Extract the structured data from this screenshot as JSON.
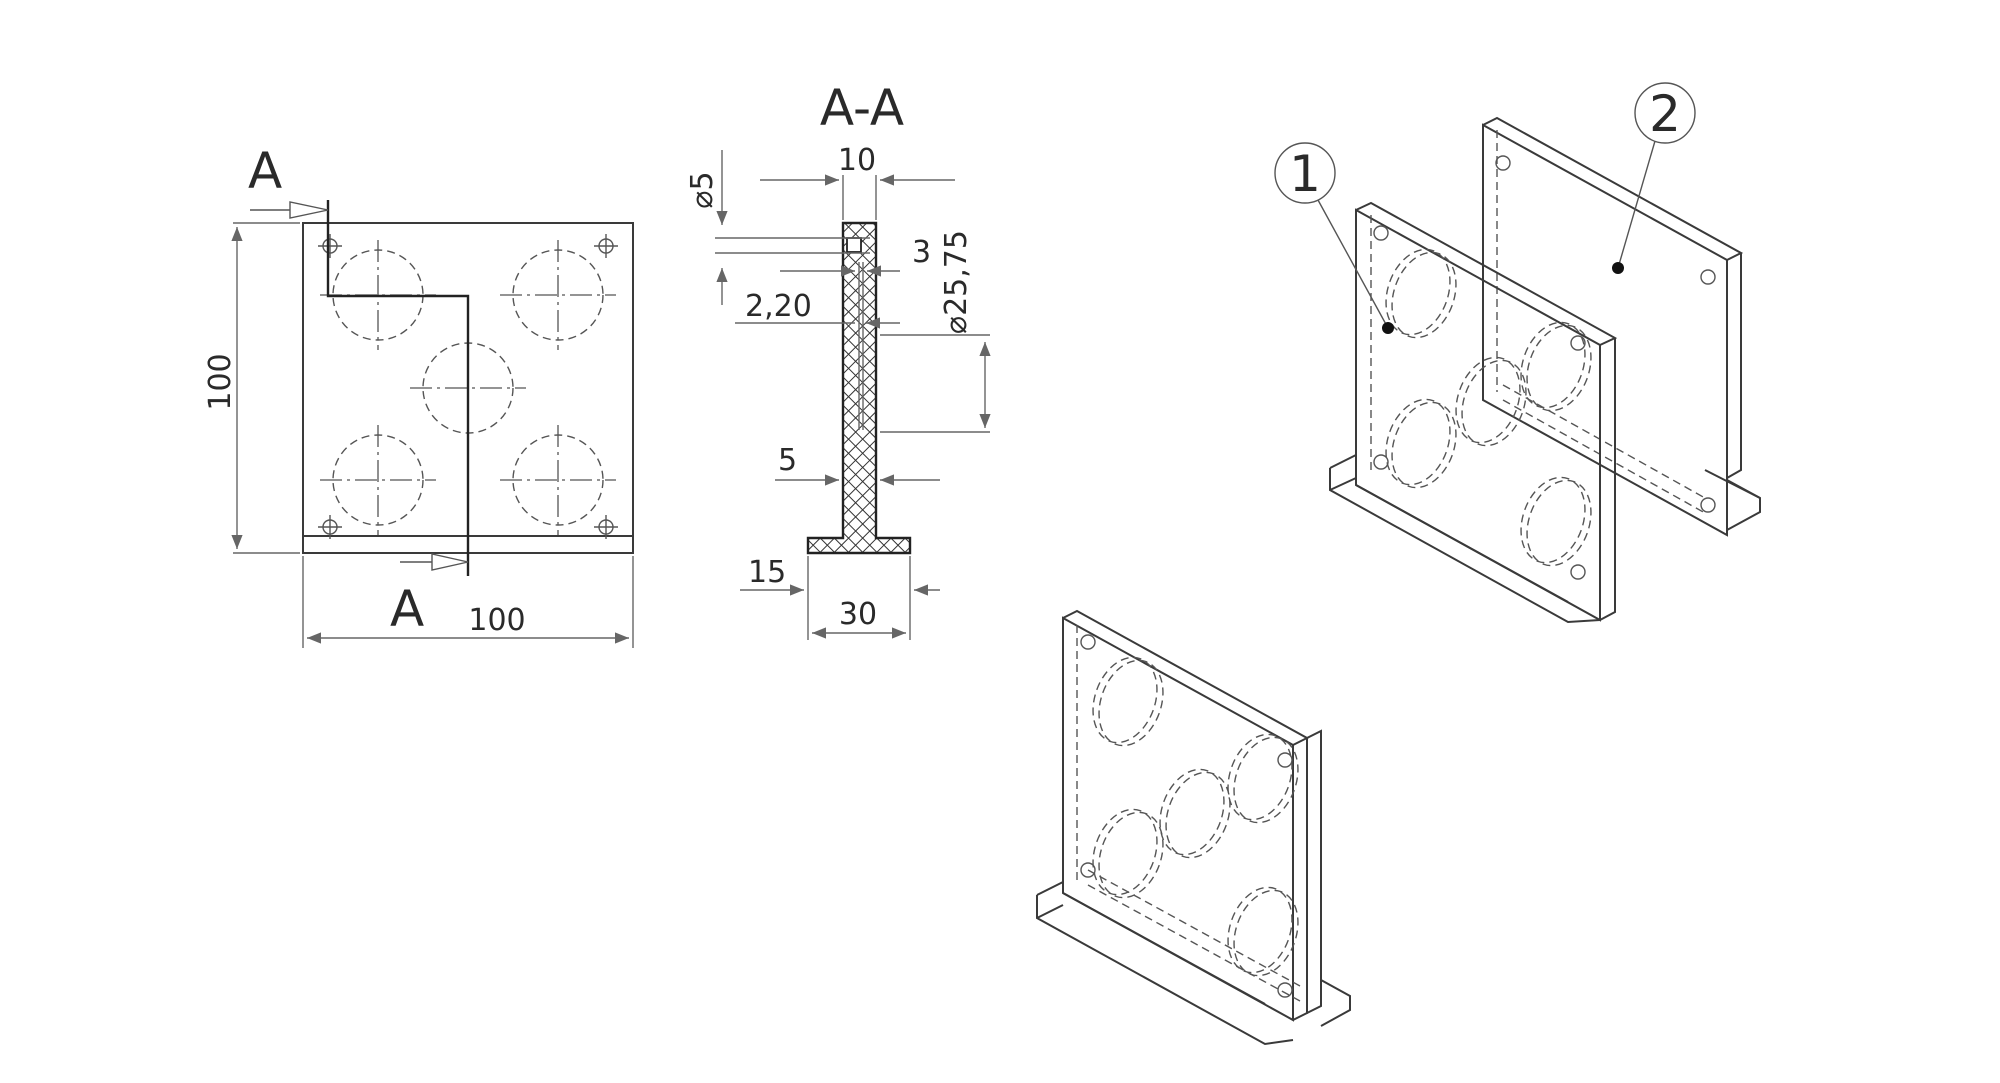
{
  "section_title": "A-A",
  "section_mark": "A",
  "dimensions": {
    "plate_height": "100",
    "plate_width": "100",
    "hole_dia": "5",
    "top_thickness": "10",
    "slot": "3",
    "offset": "2,20",
    "bore_dia": "25,75",
    "web": "5",
    "flange_half": "15",
    "flange": "30"
  },
  "callouts": {
    "part1": "1",
    "part2": "2"
  },
  "colors": {
    "line": "#3a3a3a",
    "dim": "#666666",
    "hatch": "#333333"
  }
}
